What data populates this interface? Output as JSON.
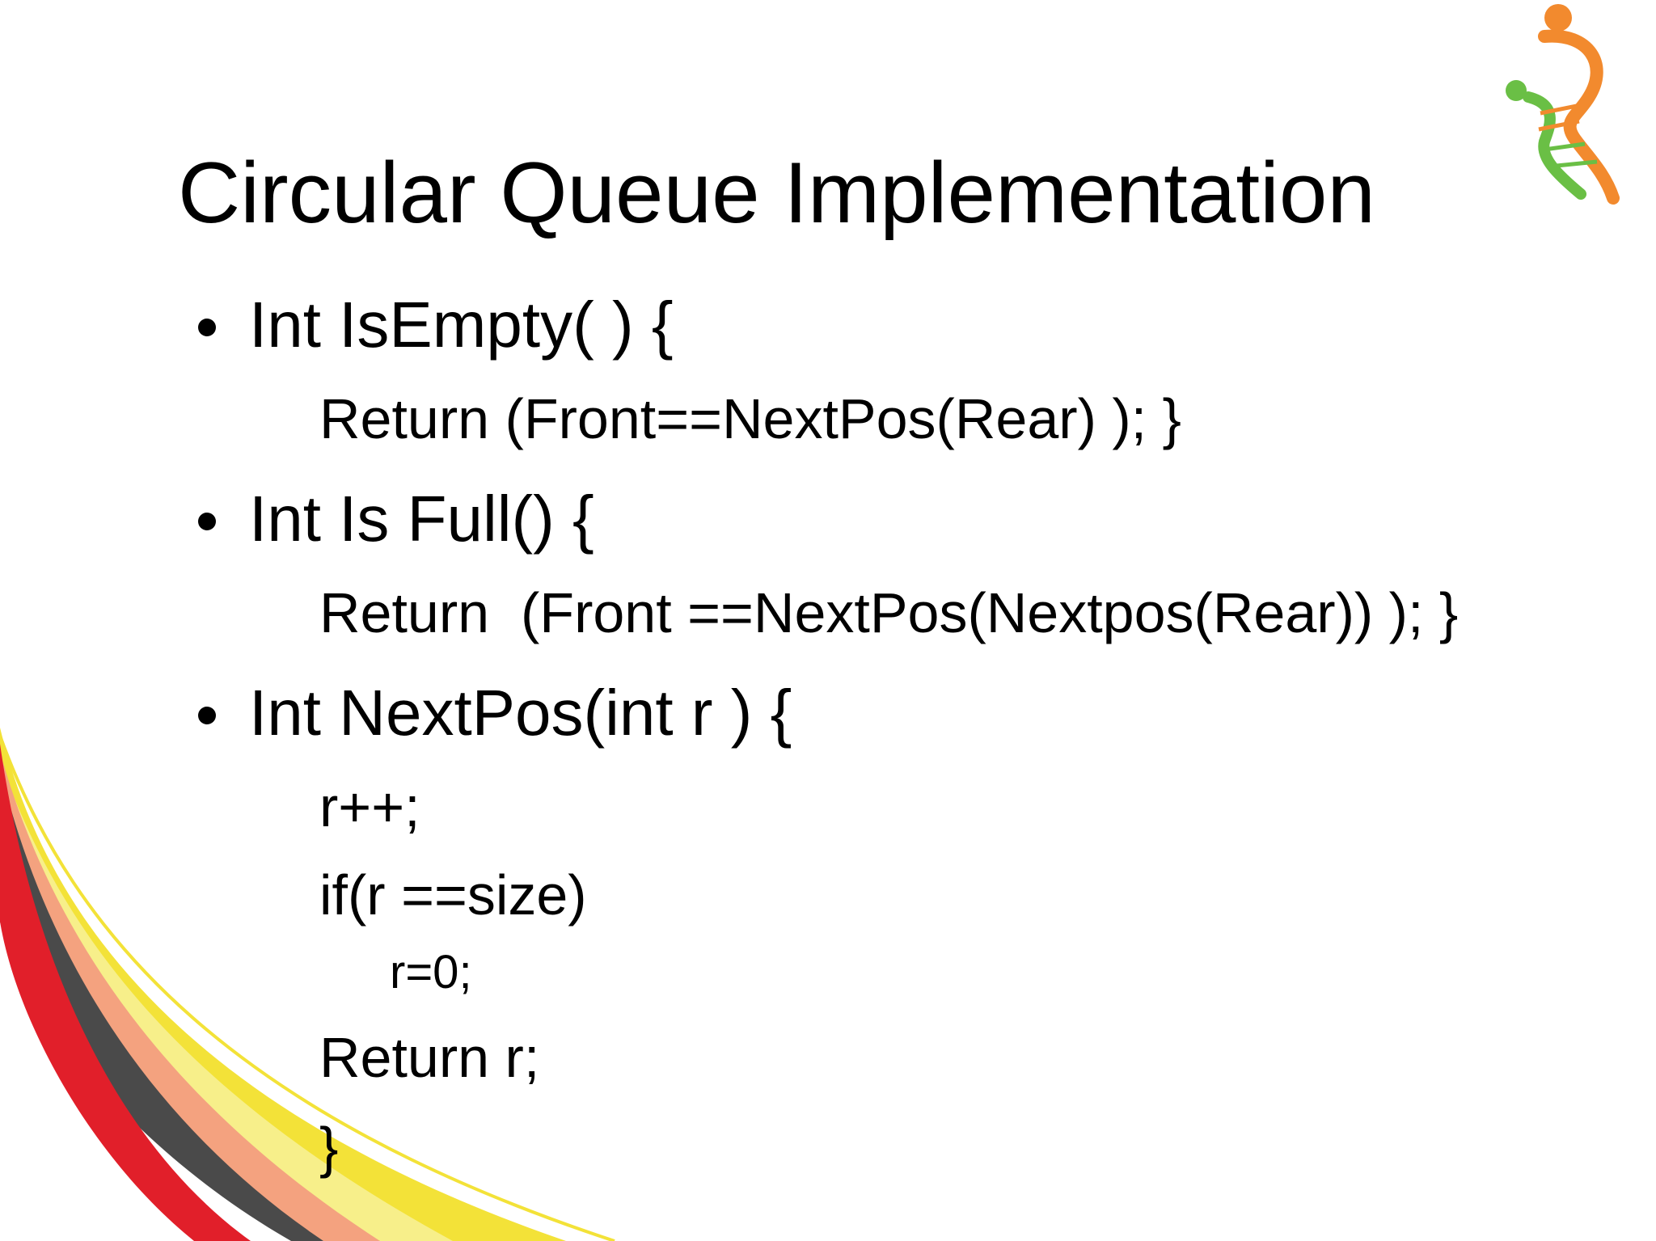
{
  "slide": {
    "title": "Circular Queue Implementation",
    "items": [
      {
        "kind": "bullet",
        "text": "Int IsEmpty( ) {"
      },
      {
        "kind": "code",
        "text": "Return (Front==NextPos(Rear) ); }"
      },
      {
        "kind": "bullet",
        "text": "Int Is Full() {"
      },
      {
        "kind": "code",
        "text": "Return  (Front ==NextPos(Nextpos(Rear)) ); }"
      },
      {
        "kind": "bullet",
        "text": "Int NextPos(int r ) {"
      },
      {
        "kind": "code",
        "text": "r++;"
      },
      {
        "kind": "code",
        "text": "if(r ==size)"
      },
      {
        "kind": "code-indented",
        "text": "r=0;"
      },
      {
        "kind": "code",
        "text": "Return r;"
      },
      {
        "kind": "code",
        "text": "}"
      }
    ]
  },
  "decor": {
    "logo": "dna-person-logo",
    "logo_colors": {
      "orange": "#f28a2e",
      "green": "#6abf45"
    },
    "swoosh_colors": [
      "#e11f2a",
      "#4a4a4a",
      "#f4a27f",
      "#f3e238"
    ]
  }
}
